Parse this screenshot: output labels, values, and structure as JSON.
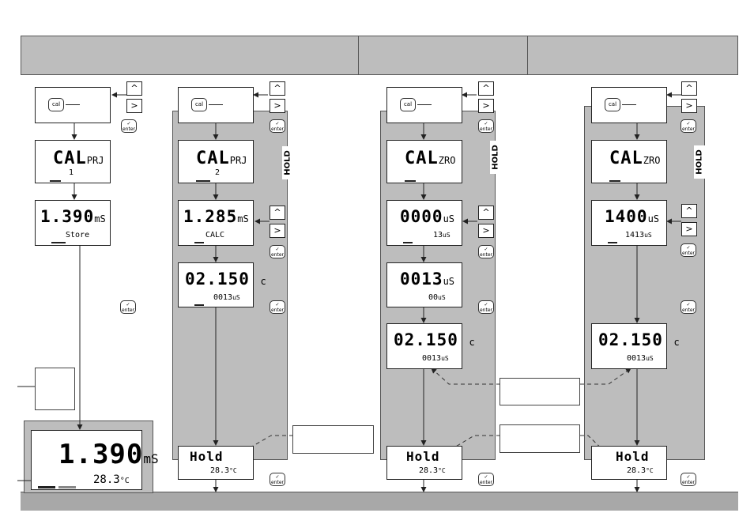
{
  "header": {
    "col1": "",
    "col2": "",
    "col3": ""
  },
  "buttons": {
    "up": "^",
    "right": ">",
    "enter": "enter",
    "cal": "cal"
  },
  "hold_label": "HOLD",
  "col1": {
    "cal_prj": {
      "main": "CAL",
      "suffix": "PRJ",
      "sub": "1"
    },
    "store": {
      "main": "1.390",
      "unit": "mS",
      "sub": "Store"
    },
    "final": {
      "main": "1.390",
      "unit": "mS",
      "sub": "28.3",
      "sub_unit": "°C"
    }
  },
  "col2": {
    "cal_prj": {
      "main": "CAL",
      "suffix": "PRJ",
      "sub": "2"
    },
    "calc": {
      "main": "1.285",
      "unit": "mS",
      "sub": "CALC"
    },
    "factor": {
      "main": "02.150",
      "unit": "c",
      "sub": "0013",
      "sub_unit": "uS"
    },
    "hold": {
      "main": "Hold",
      "sub": "28.3",
      "sub_unit": "°C"
    }
  },
  "col3": {
    "cal_zro": {
      "main": "CAL",
      "suffix": "ZRO"
    },
    "zero1": {
      "main": "0000",
      "unit": "uS",
      "sub": "13",
      "sub_unit": "uS"
    },
    "zero2": {
      "main": "0013",
      "unit": "uS",
      "sub": "00",
      "sub_unit": "uS"
    },
    "factor": {
      "main": "02.150",
      "unit": "c",
      "sub": "0013",
      "sub_unit": "uS"
    },
    "hold": {
      "main": "Hold",
      "sub": "28.3",
      "sub_unit": "°C"
    }
  },
  "col4": {
    "cal_zro": {
      "main": "CAL",
      "suffix": "ZRO"
    },
    "zero1": {
      "main": "1400",
      "unit": "uS",
      "sub": "1413",
      "sub_unit": "uS"
    },
    "factor": {
      "main": "02.150",
      "unit": "c",
      "sub": "0013",
      "sub_unit": "uS"
    },
    "hold": {
      "main": "Hold",
      "sub": "28.3",
      "sub_unit": "°C"
    }
  }
}
